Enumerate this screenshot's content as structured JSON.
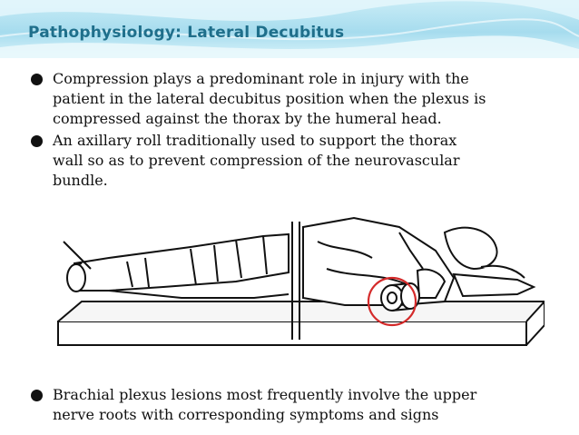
{
  "slide": {
    "title": "Pathophysiology: Lateral Decubitus",
    "bullets": [
      {
        "lines": [
          "Compression plays a predominant role in injury with the",
          "patient in the lateral decubitus position when the plexus is",
          "compressed against the thorax by the humeral head."
        ]
      },
      {
        "lines": [
          "An axillary roll traditionally used to support the thorax",
          "wall so as to prevent compression of the neurovascular",
          "bundle."
        ]
      }
    ],
    "bottom_bullet": {
      "lines": [
        "Brachial plexus lesions most frequently involve the upper",
        "nerve roots with corresponding symptoms and signs"
      ]
    }
  },
  "colors": {
    "title": "#1f6f8b",
    "header_band": "#a6dcee",
    "highlight_circle": "#d42a2a"
  }
}
